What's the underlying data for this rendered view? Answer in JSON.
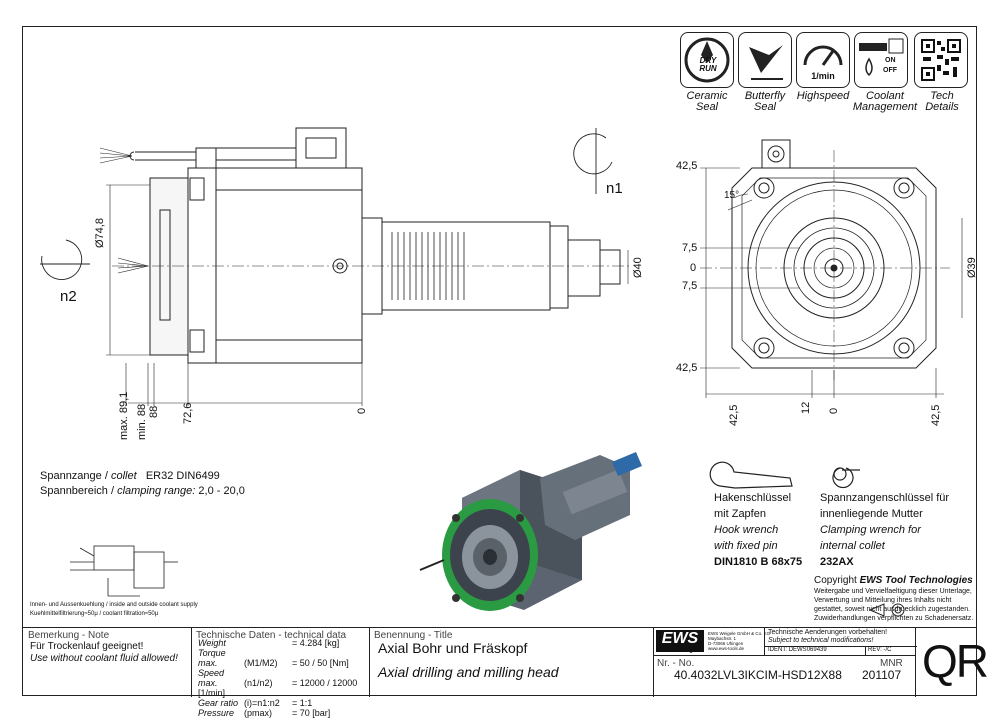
{
  "features": [
    {
      "icon": "ceramic-seal-dry-run-icon",
      "label_l1": "Ceramic",
      "label_l2": "Seal",
      "badge": "DRY RUN"
    },
    {
      "icon": "butterfly-seal-icon",
      "label_l1": "Butterfly",
      "label_l2": "Seal"
    },
    {
      "icon": "highspeed-gauge-icon",
      "label_l1": "Highspeed",
      "label_l2": "",
      "badge": "1/min"
    },
    {
      "icon": "coolant-management-icon",
      "label_l1": "Coolant",
      "label_l2": "Management",
      "badge_on": "ON",
      "badge_off": "OFF"
    },
    {
      "icon": "qr-code-icon",
      "label_l1": "Tech",
      "label_l2": "Details"
    }
  ],
  "dimensions": {
    "side": {
      "d74": "Ø74,8",
      "d40": "Ø40",
      "max": "max. 89,1",
      "min": "min. 88",
      "v88": "88",
      "v726": "72,6",
      "zero": "0",
      "n1": "n1",
      "n2": "n2"
    },
    "front": {
      "top425": "42,5",
      "v75a": "7,5",
      "zero": "0",
      "v75b": "7,5",
      "bot425": "42,5",
      "d39": "Ø39",
      "angle": "15°",
      "left425": "42,5",
      "v12": "12",
      "right0": "0",
      "right425": "42,5"
    }
  },
  "collet": {
    "line1_de": "Spannzange /",
    "line1_en": "collet",
    "line1_val": "ER32    DIN6499",
    "line2_de": "Spannbereich /",
    "line2_en": "clamping range:",
    "line2_val": "2,0 - 20,0"
  },
  "coolant_note": {
    "line1": "Innen- und Aussenkuehlung / inside and outside coolant supply",
    "line2": "Kuehlmittelfiltrierung≈50μ / coolant filtration≈50μ"
  },
  "hook_wrench": {
    "l1": "Hakenschlüssel",
    "l2": "mit Zapfen",
    "l3": "Hook wrench",
    "l4": "with fixed pin",
    "l5": "DIN1810 B 68x75"
  },
  "clamp_wrench": {
    "l1": "Spannzangenschlüssel für",
    "l2": "innenliegende Mutter",
    "l3": "Clamping wrench for",
    "l4": "internal collet",
    "l5": "232AX"
  },
  "copyright": {
    "title_prefix": "Copyright ",
    "title_brand": "EWS Tool Technologies",
    "l1": "Weitergabe und Vervielfaeltigung dieser Unterlage,",
    "l2": "Verwertung und Mitteilung ihres Inhalts nicht",
    "l3": "gestattet, soweit nicht ausdruecklich zugestanden.",
    "l4": "Zuwiderhandlungen verpflichten zu Schadenersatz."
  },
  "title_block": {
    "remark_header": "Bemerkung - Note",
    "remark_de": "Für Trockenlauf geeignet!",
    "remark_en": "Use without coolant fluid allowed!",
    "tech_header": "Technische Daten - technical data",
    "tech_rows": [
      {
        "label": "Weight",
        "sym": "",
        "val": "=  4.284 [kg]"
      },
      {
        "label": "Torque max.",
        "sym": "(M1/M2)",
        "val": "=  50 / 50 [Nm]"
      },
      {
        "label": "Speed max.",
        "sym": "(n1/n2)",
        "val": "=  12000 / 12000 [1/min]"
      },
      {
        "label": "Gear ratio",
        "sym": "(i)=n1:n2",
        "val": "=  1:1"
      },
      {
        "label": "Pressure",
        "sym": "(pmax)",
        "val": "=  70 [bar]"
      }
    ],
    "name_header": "Benennung - Title",
    "title_de": "Axial Bohr und Fräskopf",
    "title_en": "Axial drilling and milling head",
    "logo": "EWS",
    "logo_sub": "Tool Technologies",
    "company_l1": "EWS Weigele GmbH & Co. KG",
    "company_l2": "Maybachstr. 1",
    "company_l3": "D-73066 Uhingen",
    "company_l4": "www.ews-tools.de",
    "change_de": "Technische Aenderungen vorbehalten!",
    "change_en": "Subject to technical modifications!",
    "ident_label": "IDENT:",
    "ident_val": "DEWS069439",
    "rev_label": "REV:",
    "rev_val": "-/C",
    "nr_label": "Nr. - No.",
    "nr_val": "40.4032LVL3IKCIM-HSD12X88",
    "mnr_label": "MNR",
    "mnr_val": "201107",
    "qr": "QR"
  }
}
